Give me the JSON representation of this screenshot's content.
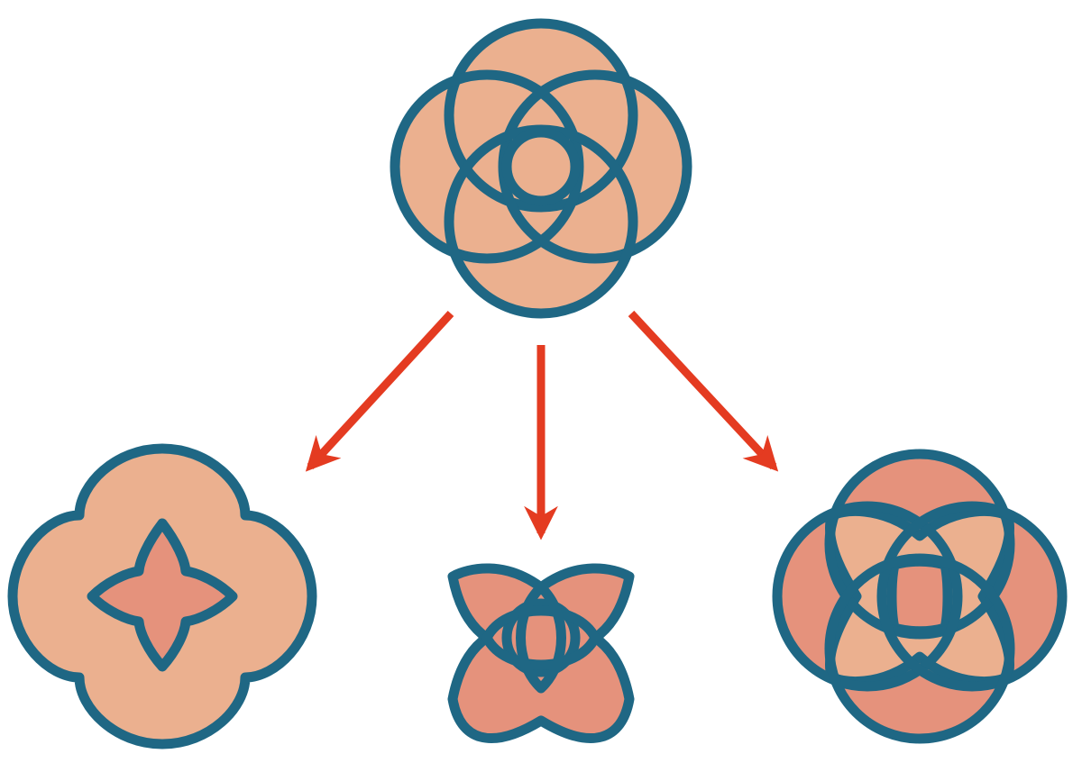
{
  "colors": {
    "background": "#ffffff",
    "outline": "#1f6784",
    "fill_light": "#ebb08f",
    "fill_dark": "#e5927c",
    "arrow": "#e43b21"
  },
  "diagram": {
    "source": {
      "name": "four-circle-overlap",
      "fill_color_role": "fill_light"
    },
    "arrows": [
      {
        "name": "arrow-to-union",
        "direction": "down-left"
      },
      {
        "name": "arrow-to-petals",
        "direction": "down"
      },
      {
        "name": "arrow-to-mixed",
        "direction": "down-right"
      }
    ],
    "results": [
      {
        "name": "union-with-star-hole",
        "outer_fill_role": "fill_light",
        "inner_fill_role": "fill_dark"
      },
      {
        "name": "four-petals",
        "fill_color_role": "fill_dark",
        "center_fill_role": "fill_light"
      },
      {
        "name": "outer-and-center-regions",
        "outer_fill_role": "fill_dark",
        "middle_fill_role": "fill_light",
        "center_fill_role": "fill_dark"
      }
    ]
  }
}
